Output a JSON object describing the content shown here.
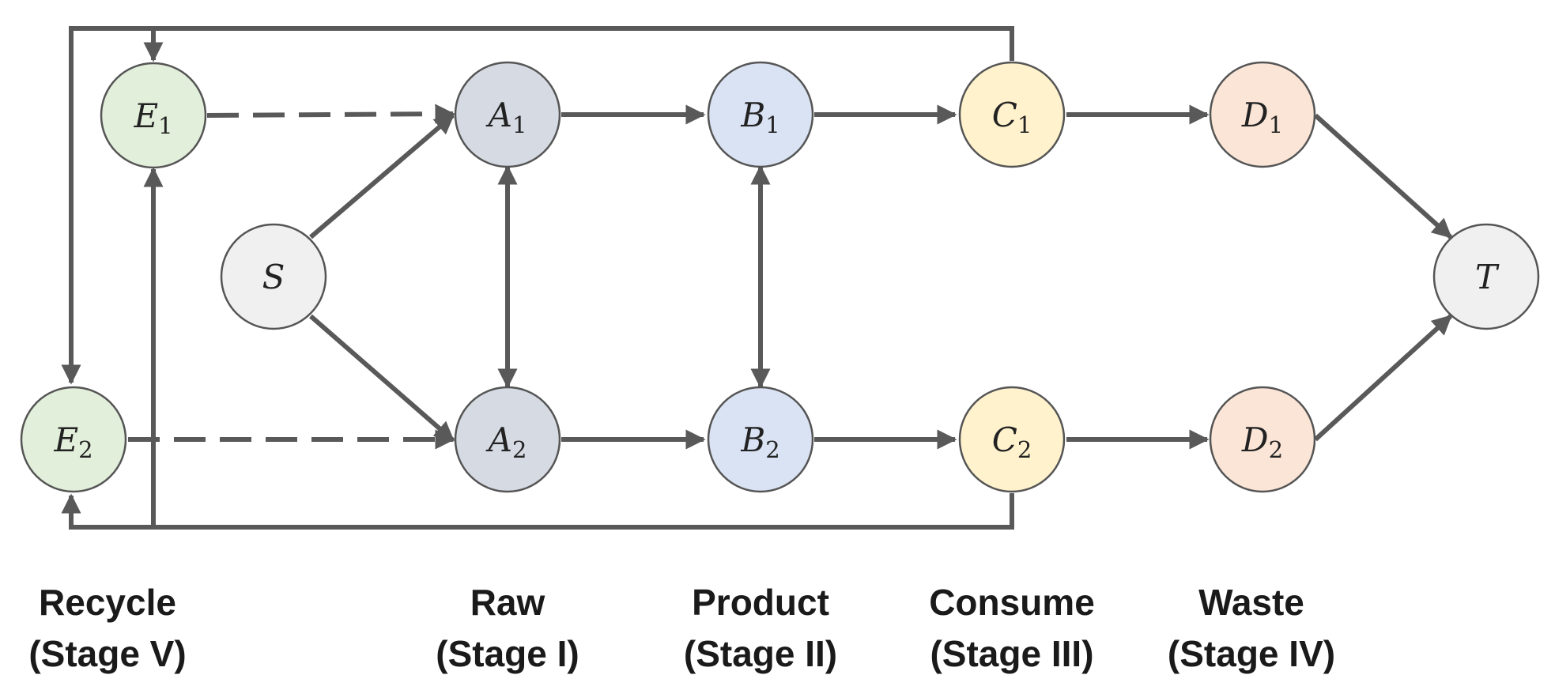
{
  "colors": {
    "recycle": "#e2efda",
    "raw": "#d5dae3",
    "product": "#dae3f3",
    "consume": "#fff2cc",
    "waste": "#fbe5d6",
    "terminal": "#f0f0f0",
    "edge": "#595959"
  },
  "nodes": {
    "E1": {
      "letter": "E",
      "sub": "1"
    },
    "E2": {
      "letter": "E",
      "sub": "2"
    },
    "S": {
      "letter": "S",
      "sub": ""
    },
    "A1": {
      "letter": "A",
      "sub": "1"
    },
    "A2": {
      "letter": "A",
      "sub": "2"
    },
    "B1": {
      "letter": "B",
      "sub": "1"
    },
    "B2": {
      "letter": "B",
      "sub": "2"
    },
    "C1": {
      "letter": "C",
      "sub": "1"
    },
    "C2": {
      "letter": "C",
      "sub": "2"
    },
    "D1": {
      "letter": "D",
      "sub": "1"
    },
    "D2": {
      "letter": "D",
      "sub": "2"
    },
    "T": {
      "letter": "T",
      "sub": ""
    }
  },
  "stages": {
    "recycle": {
      "name": "Recycle",
      "stage": "(Stage V)"
    },
    "raw": {
      "name": "Raw",
      "stage": "(Stage I)"
    },
    "product": {
      "name": "Product",
      "stage": "(Stage II)"
    },
    "consume": {
      "name": "Consume",
      "stage": "(Stage III)"
    },
    "waste": {
      "name": "Waste",
      "stage": "(Stage IV)"
    }
  }
}
